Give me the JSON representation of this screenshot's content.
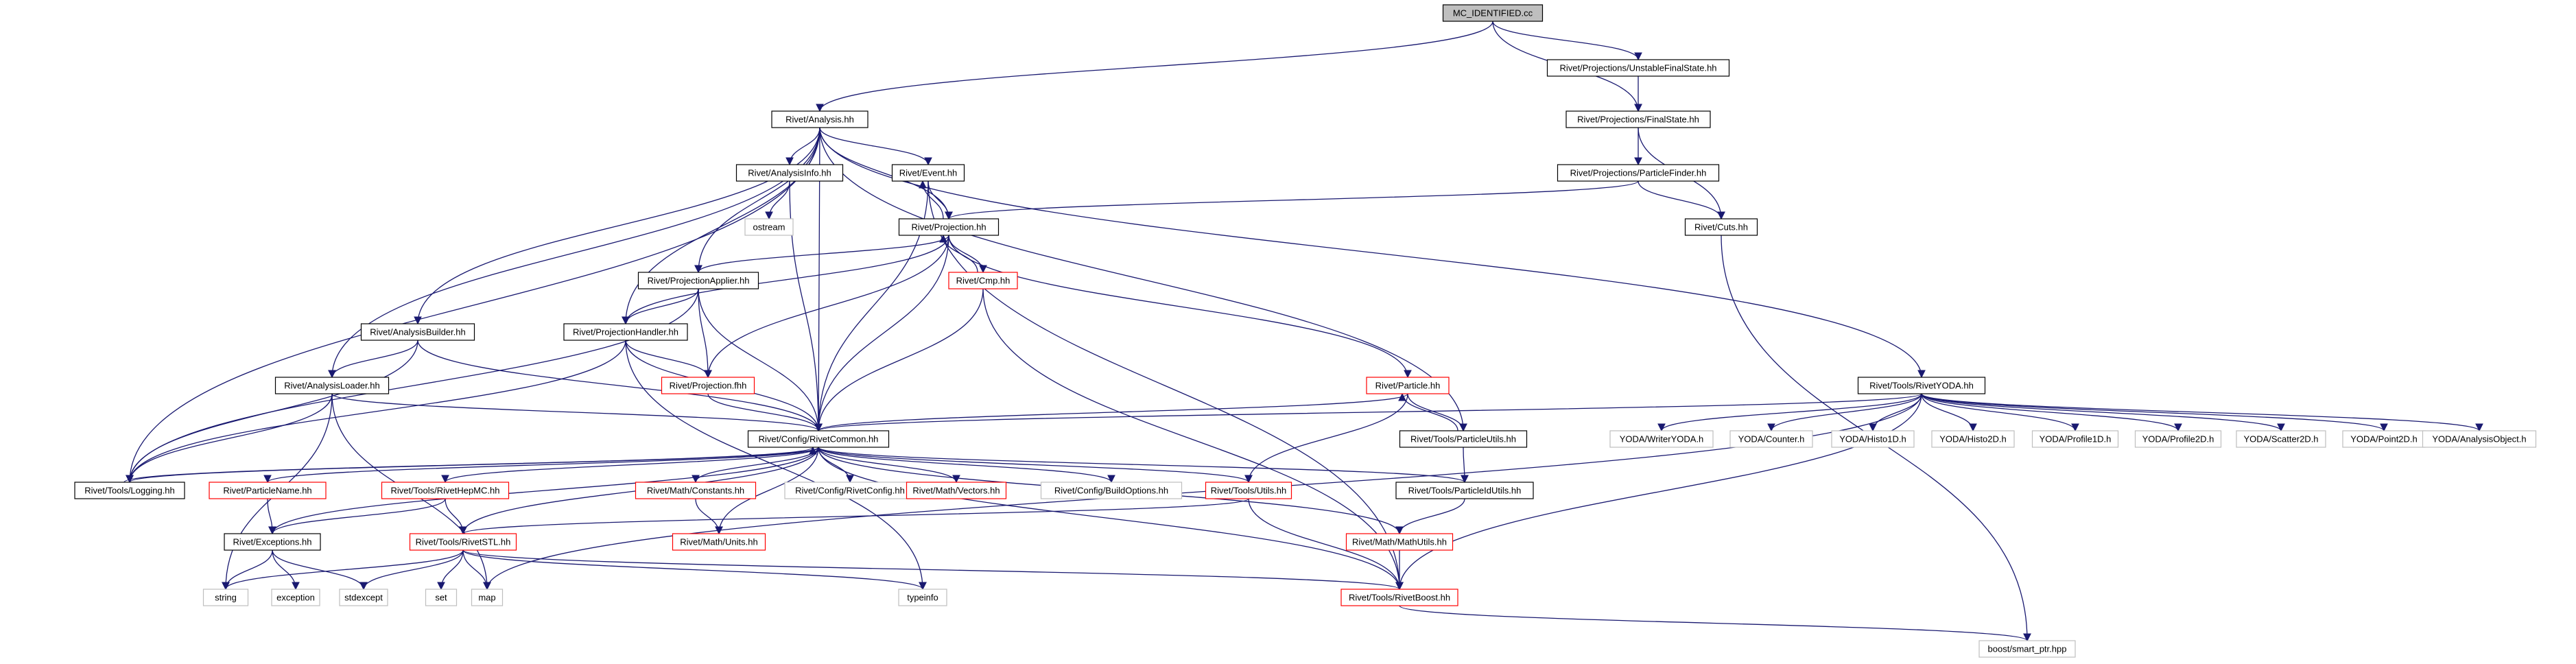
{
  "graph": {
    "colors": {
      "edge": "#191970",
      "node_black": "#000000",
      "node_red": "#ff0000",
      "node_gray": "#bfbfbf",
      "root_fill": "#bfbfbf"
    },
    "nodes": [
      {
        "id": "mc",
        "label": "MC_IDENTIFIED.cc",
        "style": "root"
      },
      {
        "id": "ufs",
        "label": "Rivet/Projections/UnstableFinalState.hh",
        "style": "black"
      },
      {
        "id": "analysis",
        "label": "Rivet/Analysis.hh",
        "style": "black"
      },
      {
        "id": "fs",
        "label": "Rivet/Projections/FinalState.hh",
        "style": "black"
      },
      {
        "id": "pf",
        "label": "Rivet/Projections/ParticleFinder.hh",
        "style": "black"
      },
      {
        "id": "cuts",
        "label": "Rivet/Cuts.hh",
        "style": "black"
      },
      {
        "id": "ainfo",
        "label": "Rivet/AnalysisInfo.hh",
        "style": "black"
      },
      {
        "id": "event",
        "label": "Rivet/Event.hh",
        "style": "black"
      },
      {
        "id": "ostream",
        "label": "ostream",
        "style": "gray"
      },
      {
        "id": "proj",
        "label": "Rivet/Projection.hh",
        "style": "black"
      },
      {
        "id": "papplier",
        "label": "Rivet/ProjectionApplier.hh",
        "style": "black"
      },
      {
        "id": "cmp",
        "label": "Rivet/Cmp.hh",
        "style": "red"
      },
      {
        "id": "abuilder",
        "label": "Rivet/AnalysisBuilder.hh",
        "style": "black"
      },
      {
        "id": "phandler",
        "label": "Rivet/ProjectionHandler.hh",
        "style": "black"
      },
      {
        "id": "aloader",
        "label": "Rivet/AnalysisLoader.hh",
        "style": "black"
      },
      {
        "id": "projfhh",
        "label": "Rivet/Projection.fhh",
        "style": "red"
      },
      {
        "id": "particle",
        "label": "Rivet/Particle.hh",
        "style": "red"
      },
      {
        "id": "ryoda",
        "label": "Rivet/Tools/RivetYODA.hh",
        "style": "black"
      },
      {
        "id": "common",
        "label": "Rivet/Config/RivetCommon.hh",
        "style": "black"
      },
      {
        "id": "putils",
        "label": "Rivet/Tools/ParticleUtils.hh",
        "style": "black"
      },
      {
        "id": "ywriter",
        "label": "YODA/WriterYODA.h",
        "style": "gray"
      },
      {
        "id": "ycounter",
        "label": "YODA/Counter.h",
        "style": "gray"
      },
      {
        "id": "yh1d",
        "label": "YODA/Histo1D.h",
        "style": "gray"
      },
      {
        "id": "yh2d",
        "label": "YODA/Histo2D.h",
        "style": "gray"
      },
      {
        "id": "yp1d",
        "label": "YODA/Profile1D.h",
        "style": "gray"
      },
      {
        "id": "yp2d",
        "label": "YODA/Profile2D.h",
        "style": "gray"
      },
      {
        "id": "ys2d",
        "label": "YODA/Scatter2D.h",
        "style": "gray"
      },
      {
        "id": "ypt2d",
        "label": "YODA/Point2D.h",
        "style": "gray"
      },
      {
        "id": "yao",
        "label": "YODA/AnalysisObject.h",
        "style": "gray"
      },
      {
        "id": "logging",
        "label": "Rivet/Tools/Logging.hh",
        "style": "black"
      },
      {
        "id": "pname",
        "label": "Rivet/ParticleName.hh",
        "style": "red"
      },
      {
        "id": "hepmc",
        "label": "Rivet/Tools/RivetHepMC.hh",
        "style": "red"
      },
      {
        "id": "mconst",
        "label": "Rivet/Math/Constants.hh",
        "style": "red"
      },
      {
        "id": "rconfig",
        "label": "Rivet/Config/RivetConfig.hh",
        "style": "gray"
      },
      {
        "id": "mvec",
        "label": "Rivet/Math/Vectors.hh",
        "style": "red"
      },
      {
        "id": "bopts",
        "label": "Rivet/Config/BuildOptions.hh",
        "style": "gray"
      },
      {
        "id": "tutils",
        "label": "Rivet/Tools/Utils.hh",
        "style": "red"
      },
      {
        "id": "pidutils",
        "label": "Rivet/Tools/ParticleIdUtils.hh",
        "style": "black"
      },
      {
        "id": "exc",
        "label": "Rivet/Exceptions.hh",
        "style": "black"
      },
      {
        "id": "mathunits",
        "label": "Rivet/Math/Units.hh",
        "style": "red"
      },
      {
        "id": "mmutils",
        "label": "Rivet/Math/MathUtils.hh",
        "style": "red"
      },
      {
        "id": "rstl",
        "label": "Rivet/Tools/RivetSTL.hh",
        "style": "red"
      },
      {
        "id": "string",
        "label": "string",
        "style": "gray"
      },
      {
        "id": "exception",
        "label": "exception",
        "style": "gray"
      },
      {
        "id": "stdexcept",
        "label": "stdexcept",
        "style": "gray"
      },
      {
        "id": "set",
        "label": "set",
        "style": "gray"
      },
      {
        "id": "map",
        "label": "map",
        "style": "gray"
      },
      {
        "id": "typeinfo",
        "label": "typeinfo",
        "style": "gray"
      },
      {
        "id": "rboost",
        "label": "Rivet/Tools/RivetBoost.hh",
        "style": "red"
      },
      {
        "id": "smartptr",
        "label": "boost/smart_ptr.hpp",
        "style": "gray"
      }
    ]
  }
}
